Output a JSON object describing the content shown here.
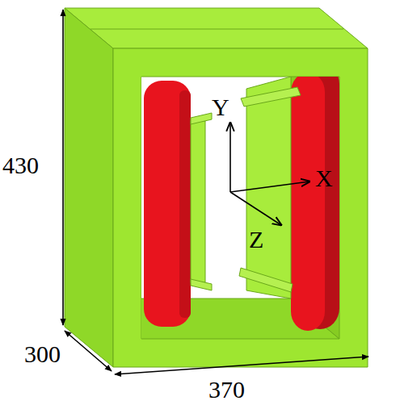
{
  "diagram": {
    "labels": [
      "430",
      "300",
      "370",
      "Y",
      "X",
      "Z"
    ]
  }
}
